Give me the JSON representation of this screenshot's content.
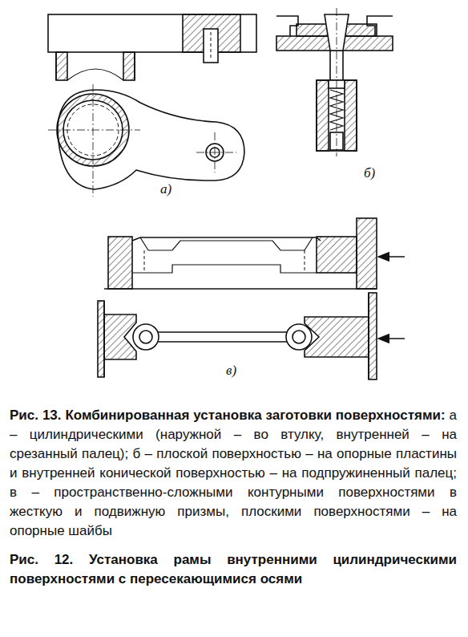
{
  "diagram": {
    "labels": [
      "а)",
      "б)",
      "в)",
      "Рис. 13. Комбинированная установка заготовки поверхностями:",
      "а – цилиндрическими (наружной – во втулку, внутренней – на срезанный палец); б – плоской поверхностью – на опорные пластины и внутренней конической поверхностью – на подпружиненный палец; в – пространственно-сложными контурными поверхностями в жесткую и подвижную призмы, плоскими поверхностями – на опорные шайбы",
      "Рис. 12. Установка рамы внутренними цилиндрическими поверхностями с пересекающимися осями"
    ]
  }
}
